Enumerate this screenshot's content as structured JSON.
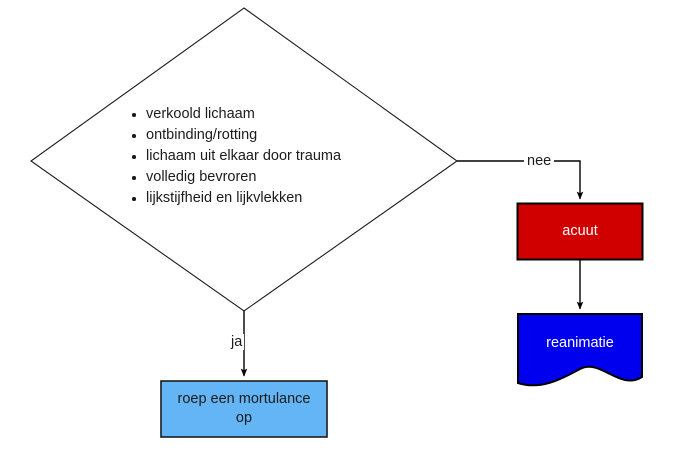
{
  "diagram": {
    "type": "flowchart",
    "title": "",
    "background_color": "#ffffff",
    "nodes": [
      {
        "id": "decision",
        "shape": "diamond",
        "fill": "#ffffff",
        "stroke": "#1b1b1b",
        "text_color": "#1b1b1b",
        "items": [
          "verkoold lichaam",
          "ontbinding/rotting",
          "lichaam uit elkaar door trauma",
          "volledig bevroren",
          "lijkstijfheid en lijkvlekken"
        ]
      },
      {
        "id": "acuut",
        "shape": "rectangle",
        "label": "acuut",
        "fill": "#d00000",
        "stroke": "#000000",
        "text_color": "#ffffff"
      },
      {
        "id": "reanimatie",
        "shape": "document",
        "label": "reanimatie",
        "fill": "#0000ee",
        "stroke": "#000000",
        "text_color": "#ffffff"
      },
      {
        "id": "mortulance",
        "shape": "rectangle",
        "label_line1": "roep een mortulance",
        "label_line2": "op",
        "fill": "#64b5f6",
        "stroke": "#1b1b1b",
        "text_color": "#1b1b1b"
      }
    ],
    "edges": [
      {
        "id": "edge-nee",
        "from": "decision",
        "to": "acuut",
        "label": "nee"
      },
      {
        "id": "edge-ja",
        "from": "decision",
        "to": "mortulance",
        "label": "ja"
      },
      {
        "id": "edge-acuut-reanimatie",
        "from": "acuut",
        "to": "reanimatie",
        "label": ""
      }
    ]
  }
}
